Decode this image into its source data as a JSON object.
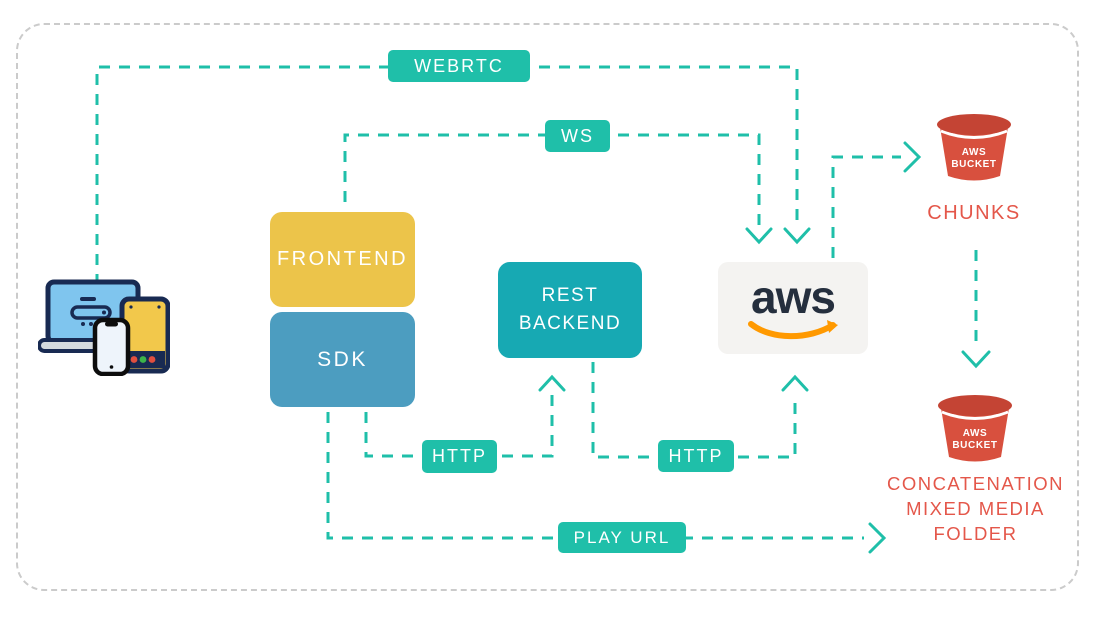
{
  "nodes": {
    "devices": {
      "icon": "devices-icon"
    },
    "frontend": {
      "label": "FRONTEND"
    },
    "sdk": {
      "label": "SDK"
    },
    "backend": {
      "line1": "REST",
      "line2": "BACKEND"
    },
    "aws": {
      "label": "aws"
    },
    "bucket_chunks": {
      "bucket_line1": "AWS",
      "bucket_line2": "BUCKET",
      "caption": "CHUNKS"
    },
    "bucket_concatenation": {
      "bucket_line1": "AWS",
      "bucket_line2": "BUCKET",
      "caption_line1": "CONCATENATION",
      "caption_line2": "MIXED MEDIA",
      "caption_line3": "FOLDER"
    }
  },
  "edges": {
    "webrtc": {
      "label": "WEBRTC",
      "from": "devices",
      "to": "aws"
    },
    "ws": {
      "label": "WS",
      "from": "frontend",
      "to": "aws"
    },
    "http_sdk_to_backend": {
      "label": "HTTP",
      "from": "sdk",
      "to": "backend"
    },
    "http_backend_to_aws": {
      "label": "HTTP",
      "from": "backend",
      "to": "aws"
    },
    "play_url": {
      "label": "PLAY URL",
      "from": "sdk",
      "to": "bucket_concatenation"
    },
    "aws_to_chunks": {
      "from": "aws",
      "to": "bucket_chunks"
    },
    "chunks_to_concatenation": {
      "from": "bucket_chunks",
      "to": "bucket_concatenation"
    }
  },
  "colors": {
    "connector": "#1fbfa9",
    "edge_label_bg": "#1fbfa9",
    "edge_label_text": "#ffffff",
    "frontend": "#ecc44a",
    "sdk": "#4c9dc0",
    "backend": "#17a9b3",
    "aws_bg": "#f4f3f1",
    "aws_text": "#252f3e",
    "aws_smile": "#ff9900",
    "bucket_body": "#d8503e",
    "bucket_rim": "#c44434",
    "bucket_caption": "#e4574a",
    "border": "#cbcbcb"
  }
}
